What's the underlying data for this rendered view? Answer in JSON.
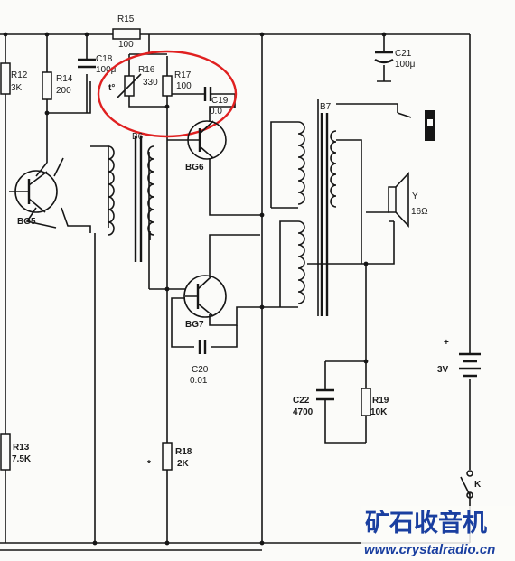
{
  "components": {
    "R15": {
      "ref": "R15",
      "value": "100"
    },
    "R12": {
      "ref": "R12",
      "value": "3K"
    },
    "R14": {
      "ref": "R14",
      "value": "200"
    },
    "C18": {
      "ref": "C18",
      "value": "100μ"
    },
    "R16": {
      "ref": "R16",
      "value": "330",
      "mark": "t°"
    },
    "R17": {
      "ref": "R17",
      "value": "100"
    },
    "C19": {
      "ref": "C19",
      "value": "0.0"
    },
    "C21": {
      "ref": "C21",
      "value": "100μ"
    },
    "B6": {
      "ref": "B6"
    },
    "B7": {
      "ref": "B7"
    },
    "BG5": {
      "ref": "BG5"
    },
    "BG6": {
      "ref": "BG6"
    },
    "BG7": {
      "ref": "BG7"
    },
    "Y": {
      "ref": "Y",
      "value": "16Ω"
    },
    "C20": {
      "ref": "C20",
      "value": "0.01"
    },
    "C22": {
      "ref": "C22",
      "value": "4700"
    },
    "R19": {
      "ref": "R19",
      "value": "10K"
    },
    "R13": {
      "ref": "R13",
      "value": "7.5K"
    },
    "R18": {
      "ref": "R18",
      "value": "2K",
      "mark": "*"
    },
    "battery": {
      "plus": "+",
      "value": "3V",
      "minus": "—"
    },
    "K": {
      "ref": "K"
    }
  },
  "watermark": {
    "site_name": "矿石收音机",
    "url": "www.crystalradio.cn"
  },
  "colors": {
    "ink": "#161616",
    "highlight": "#e02020",
    "watermark": "#1a3fa0",
    "paper": "#fbfbf9"
  }
}
